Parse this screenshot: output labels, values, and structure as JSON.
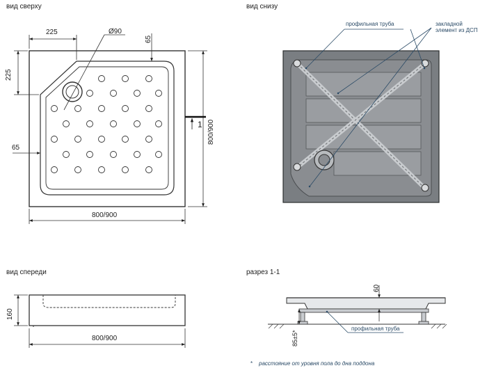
{
  "views": {
    "top": "вид сверху",
    "bottom": "вид снизу",
    "front": "вид спереди",
    "section": "разрез 1-1"
  },
  "top_view": {
    "dim_corner_h": "225",
    "dim_corner_v": "225",
    "dim_drain": "Ø90",
    "dim_rim_top": "65",
    "dim_rim_left": "65",
    "dim_width": "800/900",
    "dim_depth": "800/900",
    "section_mark": "1"
  },
  "bottom_view": {
    "label_profile": "профильная труба",
    "label_insert": "закладной элемент из ДСП"
  },
  "front_view": {
    "dim_height": "160",
    "dim_width": "800/900"
  },
  "section_view": {
    "dim_depth": "60",
    "dim_legs": "85±5*",
    "label_profile": "профильная труба",
    "footnote_mark": "*",
    "footnote": "расстояние от уровня пола до дна поддона"
  }
}
